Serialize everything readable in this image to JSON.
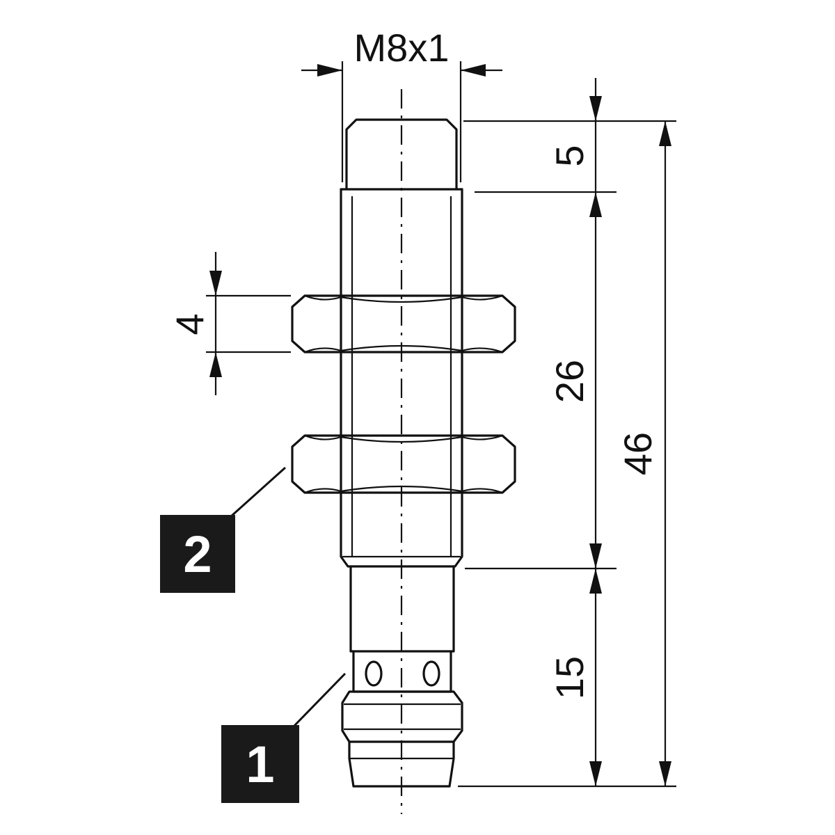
{
  "dimensions": {
    "thread": "M8x1",
    "tip_length": "5",
    "thread_length": "26",
    "body_length": "15",
    "total_length": "46",
    "nut_height": "4"
  },
  "callouts": {
    "connector": "1",
    "nuts": "2"
  },
  "colors": {
    "line": "#111111",
    "callout_fill": "#1a1a1a",
    "callout_text": "#ffffff",
    "background": "#ffffff"
  }
}
